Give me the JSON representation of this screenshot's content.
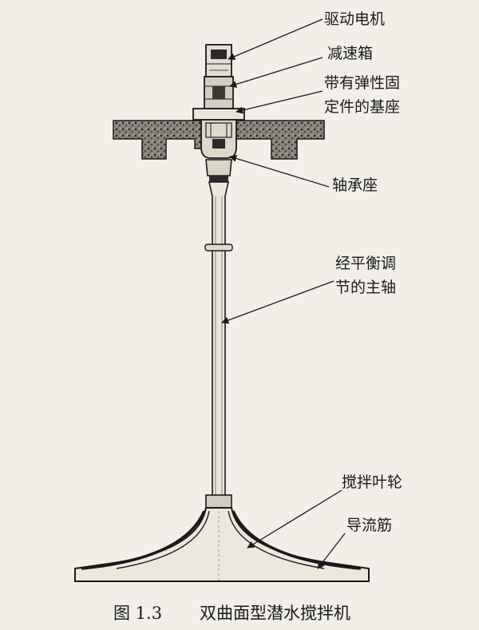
{
  "labels": {
    "motor": "驱动电机",
    "gearbox": "减速箱",
    "base_line1": "带有弹性固",
    "base_line2": "定件的基座",
    "bearing": "轴承座",
    "shaft_line1": "经平衡调",
    "shaft_line2": "节的主轴",
    "impeller": "搅拌叶轮",
    "rib": "导流筋"
  },
  "caption": {
    "figure_number": "图 1.3",
    "title": "双曲面型潜水搅拌机"
  },
  "colors": {
    "background": "#f1efe8",
    "ink": "#1a1a1a",
    "concrete": "#7d7a72"
  }
}
